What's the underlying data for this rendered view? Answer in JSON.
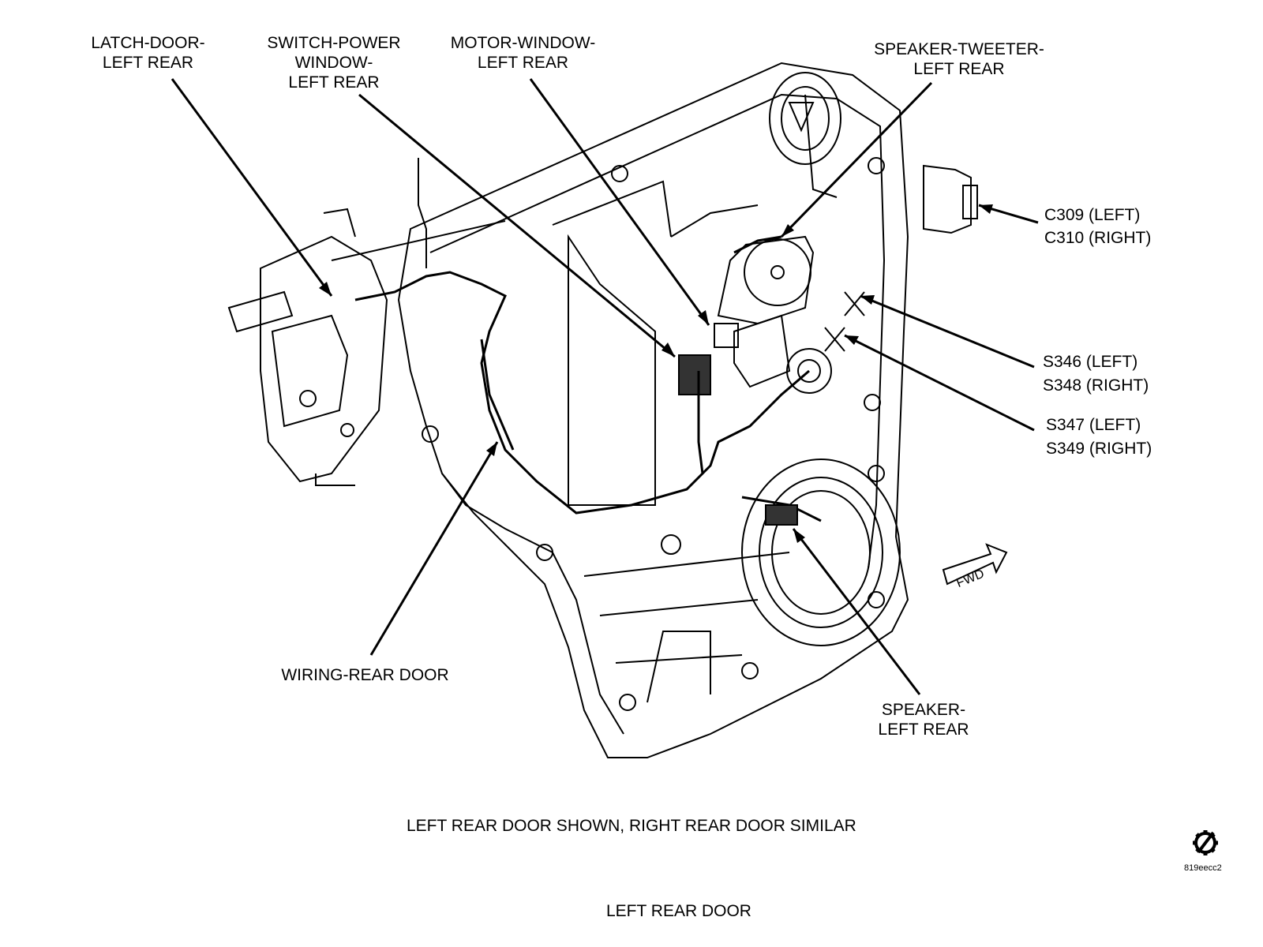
{
  "labels": {
    "latch": [
      "LATCH-DOOR-",
      "LEFT REAR"
    ],
    "switch": [
      "SWITCH-POWER",
      "WINDOW-",
      "LEFT REAR"
    ],
    "motor": [
      "MOTOR-WINDOW-",
      "LEFT REAR"
    ],
    "tweeter": [
      "SPEAKER-TWEETER-",
      "LEFT REAR"
    ],
    "connector": [
      "C309 (LEFT)",
      "C310 (RIGHT)"
    ],
    "splice_a": [
      "S346 (LEFT)",
      "S348 (RIGHT)"
    ],
    "splice_b": [
      "S347 (LEFT)",
      "S349 (RIGHT)"
    ],
    "wiring": [
      "WIRING-REAR DOOR"
    ],
    "speaker": [
      "SPEAKER-",
      "LEFT REAR"
    ]
  },
  "fwd_arrow": "FWD",
  "caption": "LEFT REAR DOOR SHOWN, RIGHT REAR DOOR SIMILAR",
  "title": "LEFT REAR DOOR",
  "figure_code": "819eecc2",
  "icons": {
    "service": "gear-slash-icon"
  }
}
